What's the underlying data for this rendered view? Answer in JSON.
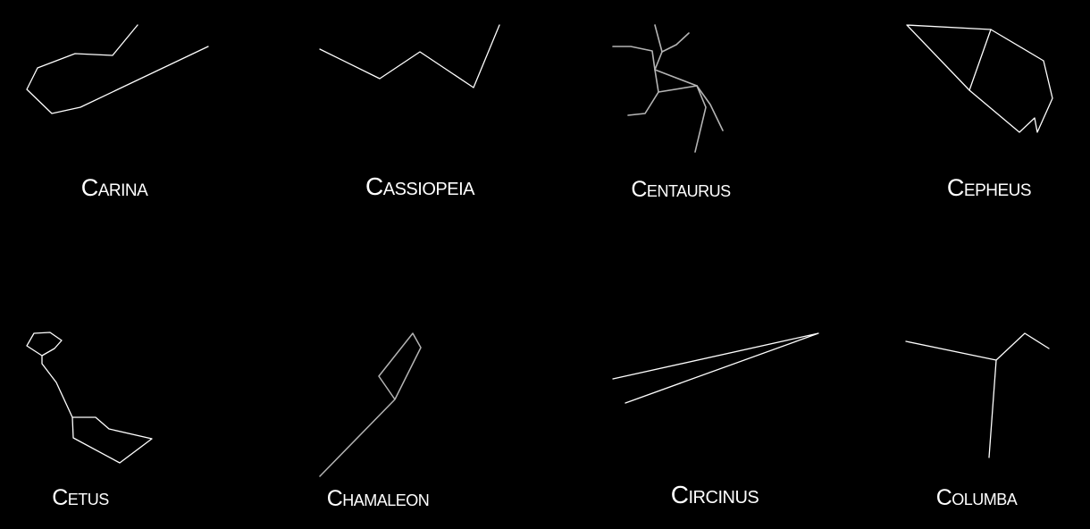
{
  "constellations": [
    {
      "name": "Carina",
      "color": "#ffffff"
    },
    {
      "name": "Cassiopeia",
      "color": "#ffffff"
    },
    {
      "name": "Centaurus",
      "color": "#b4b4b4"
    },
    {
      "name": "Cepheus",
      "color": "#ffffff"
    },
    {
      "name": "Cetus",
      "color": "#ffffff"
    },
    {
      "name": "Chamaleon",
      "color": "#b4b4b4"
    },
    {
      "name": "Circinus",
      "color": "#ffffff"
    },
    {
      "name": "Columba",
      "color": "#ffffff"
    }
  ],
  "background_color": "#000000"
}
